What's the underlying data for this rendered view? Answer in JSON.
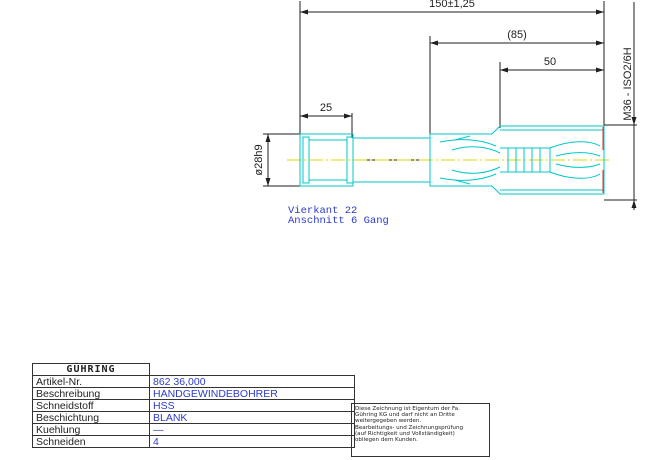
{
  "dimensions": {
    "overall_length": "150±1,25",
    "ref_length": "(85)",
    "thread_length": "50",
    "square_length": "25",
    "shank_diameter": "ø28h9",
    "thread_spec": "M36 - ISO2/6H"
  },
  "notes": {
    "line1": "Vierkant 22",
    "line2": "Anschnitt 6 Gang"
  },
  "title_block": {
    "logo": "GÜHRING",
    "rows": [
      {
        "label": "Artikel-Nr.",
        "value": "862 36,000"
      },
      {
        "label": "Beschreibung",
        "value": "HANDGEWINDEBOHRER"
      },
      {
        "label": "Schneidstoff",
        "value": "HSS"
      },
      {
        "label": "Beschichtung",
        "value": "BLANK"
      },
      {
        "label": "Kuehlung",
        "value": "—"
      },
      {
        "label": "Schneiden",
        "value": "4"
      }
    ]
  },
  "disclaimer": {
    "line1": "Diese Zeichnung ist Eigentum der Fa.",
    "line2": "Gühring KG und darf nicht an Dritte",
    "line3": "weitergegeben werden.",
    "line4": "Bearbeitungs- und Zeichnungsprüfung",
    "line5": "(auf Richtigkeit und Vollständigkeit)",
    "line6": "obliegen dem Kunden."
  },
  "colors": {
    "outline": "#00c8c8",
    "centerline": "#d8d800",
    "dimension": "#1f1f1f",
    "text_blue": "#2d3cc8",
    "edge_red": "#d03030"
  }
}
